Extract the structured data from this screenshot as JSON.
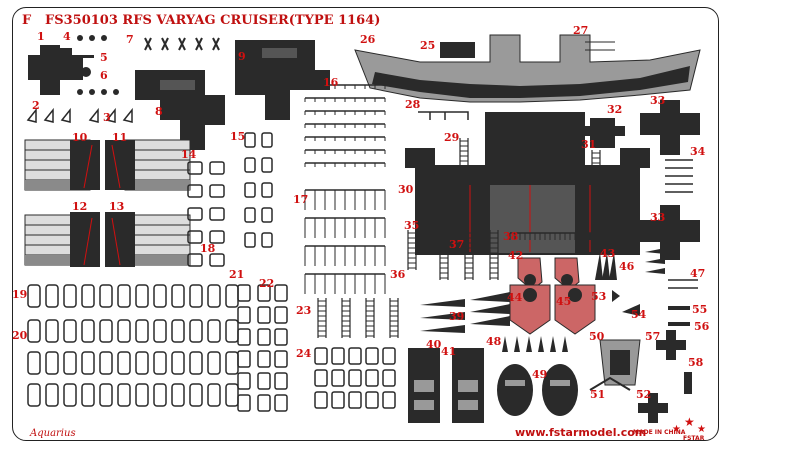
{
  "sheet": {
    "letter": "F",
    "title": "FS350103 RFS VARYAG CRUISER(TYPE 1164)",
    "brand_left": "Aquarius",
    "website": "www.fstarmodel.com",
    "made_in": "MADE IN CHINA",
    "logo_text": "FSTAR",
    "accent_color": "#d01010",
    "part_color": "#2a2a2a",
    "grey_color": "#8a8a8a"
  },
  "part_numbers": [
    "1",
    "2",
    "3",
    "4",
    "5",
    "6",
    "7",
    "8",
    "9",
    "10",
    "11",
    "12",
    "13",
    "14",
    "15",
    "16",
    "17",
    "18",
    "19",
    "20",
    "21",
    "22",
    "23",
    "24",
    "25",
    "26",
    "27",
    "28",
    "29",
    "30",
    "31",
    "32",
    "33",
    "33",
    "34",
    "35",
    "36",
    "37",
    "38",
    "39",
    "40",
    "41",
    "42",
    "43",
    "44",
    "45",
    "46",
    "47",
    "48",
    "49",
    "50",
    "51",
    "52",
    "53",
    "54",
    "55",
    "56",
    "57",
    "58"
  ]
}
